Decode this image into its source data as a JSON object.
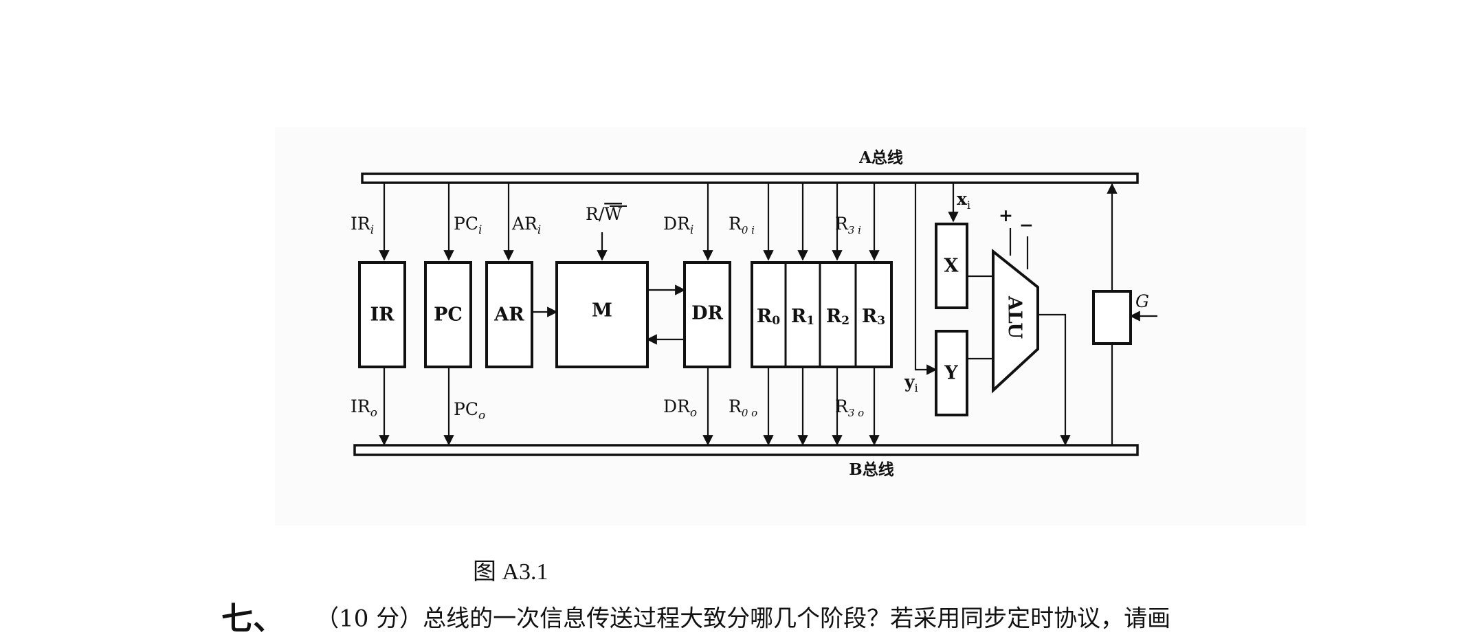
{
  "buses": {
    "a": "A总线",
    "b": "B总线"
  },
  "blocks": {
    "ir": "IR",
    "pc": "PC",
    "ar": "AR",
    "m": "M",
    "dr": "DR",
    "r0": "R",
    "r0_sub": "0",
    "r1": "R",
    "r1_sub": "1",
    "r2": "R",
    "r2_sub": "2",
    "r3": "R",
    "r3_sub": "3",
    "x": "X",
    "y": "Y",
    "alu": "ALU"
  },
  "signals": {
    "ir_in": "IR",
    "ir_in_sub": "i",
    "pc_in": "PC",
    "pc_in_sub": "i",
    "ar_in": "AR",
    "ar_in_sub": "i",
    "rw_r": "R/",
    "rw_w": "W",
    "dr_in": "DR",
    "dr_in_sub": "i",
    "r0_in": "R",
    "r0_in_sub": "0 i",
    "r3_in": "R",
    "r3_in_sub": "3 i",
    "x_in": "x",
    "x_in_sub": "i",
    "plus": "+",
    "minus": "−",
    "g": "G",
    "y_in": "y",
    "y_in_sub": "i",
    "ir_out": "IR",
    "ir_out_sub": "o",
    "pc_out": "PC",
    "pc_out_sub": "o",
    "dr_out": "DR",
    "dr_out_sub": "o",
    "r0_out": "R",
    "r0_out_sub": "0 o",
    "r3_out": "R",
    "r3_out_sub": "3 o"
  },
  "caption": "图 A3.1",
  "question": {
    "number": "七、",
    "text": "（10 分）总线的一次信息传送过程大致分哪几个阶段？若采用同步定时协议，请画"
  }
}
